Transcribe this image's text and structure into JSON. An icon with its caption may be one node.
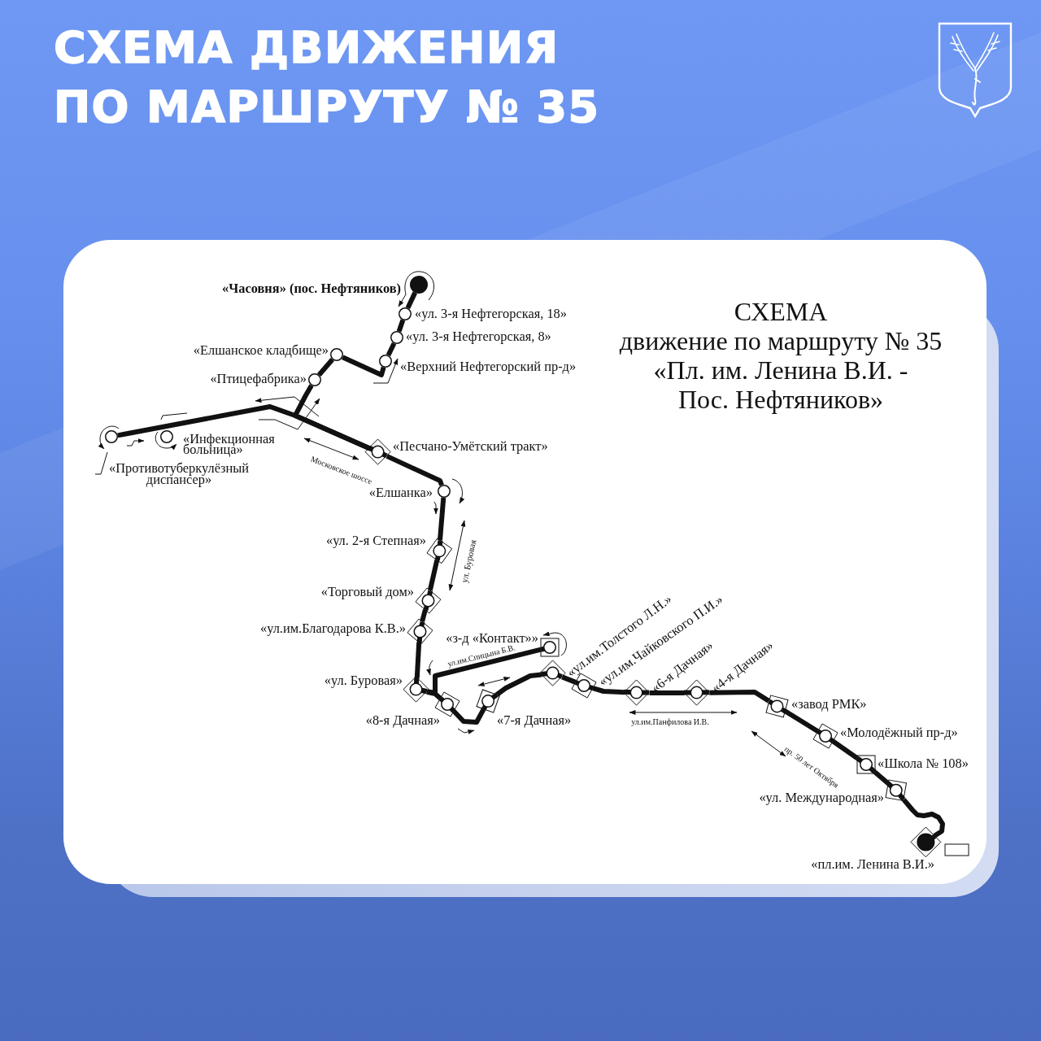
{
  "diagram": {
    "title": "СХЕМА ДВИЖЕНИЯ ПО МАРШРУТУ № 35",
    "nodes": [
      {
        "text": [],
        "shape": "circle",
        "beside": [
          "«Часовня» (пос. Нефтяников)"
        ]
      },
      {
        "text": [],
        "shape": "circle",
        "beside": [
          "«ул. 3-я Нефтегорская, 18»"
        ]
      },
      {
        "text": [],
        "shape": "circle",
        "beside": [
          "«ул. 3-я Нефтегорская, 8»"
        ]
      },
      {
        "text": [],
        "shape": "circle",
        "beside": [
          "«Верхний Нефтегорский пр-д»"
        ]
      },
      {
        "text": [],
        "shape": "circle",
        "beside": [
          "«Елшанское кладбище»"
        ]
      },
      {
        "text": [],
        "shape": "circle",
        "beside": [
          "«Птицефабрика»"
        ]
      },
      {
        "text": [],
        "shape": "circle",
        "beside": [
          "«Противотуберкулёзный диспансер»"
        ]
      },
      {
        "text": [],
        "shape": "circle",
        "beside": [
          "«Инфекционная больница»"
        ]
      },
      {
        "text": [],
        "shape": "diamond",
        "beside": [
          "«Песчано-Умётский тракт»"
        ]
      },
      {
        "text": [],
        "shape": "circle",
        "beside": [
          "«Елшанка»"
        ]
      },
      {
        "text": [],
        "shape": "diamond",
        "beside": [
          "«ул. 2-я Степная»"
        ]
      },
      {
        "text": [],
        "shape": "diamond",
        "beside": [
          "«Торговый дом»"
        ]
      },
      {
        "text": [],
        "shape": "diamond",
        "beside": [
          "«ул.им.Благодарова К.В.»"
        ]
      },
      {
        "text": [],
        "shape": "diamond",
        "beside": [
          "«ул. Буровая»"
        ]
      },
      {
        "text": [],
        "shape": "box",
        "beside": [
          "«з-д «Контакт»»"
        ]
      },
      {
        "text": [],
        "shape": "diamond",
        "beside": [
          "«8-я Дачная»"
        ]
      },
      {
        "text": [],
        "shape": "box",
        "beside": [
          "«7-я Дачная»"
        ]
      },
      {
        "text": [],
        "shape": "diamond",
        "beside": [
          "«ул.им.Толстого Л.Н.»"
        ]
      },
      {
        "text": [],
        "shape": "diamond",
        "beside": [
          "«ул.им.Чайковского П.И.»"
        ]
      },
      {
        "text": [],
        "shape": "diamond",
        "beside": [
          "«6-я Дачная»"
        ]
      },
      {
        "text": [],
        "shape": "diamond",
        "beside": [
          "«4-я Дачная»"
        ]
      },
      {
        "text": [],
        "shape": "box",
        "beside": [
          "«завод РМК»"
        ]
      },
      {
        "text": [],
        "shape": "diamond",
        "beside": [
          "«Молодёжный пр-д»"
        ]
      },
      {
        "text": [],
        "shape": "box",
        "beside": [
          "«Школа № 108»"
        ]
      },
      {
        "text": [],
        "shape": "box",
        "beside": [
          "«ул. Международная»"
        ]
      },
      {
        "text": [],
        "shape": "diamond",
        "beside": [
          "«пл.им. Ленина В.И.»"
        ]
      }
    ],
    "edges": [
      {
        "from": 0,
        "to": 1,
        "arrow": "none"
      },
      {
        "from": 1,
        "to": 2,
        "arrow": "none"
      },
      {
        "from": 2,
        "to": 3,
        "arrow": "none"
      },
      {
        "from": 3,
        "to": 4,
        "arrow": "none"
      },
      {
        "from": 4,
        "to": 5,
        "arrow": "none"
      },
      {
        "from": 5,
        "to": 8,
        "arrow": "none"
      },
      {
        "from": 6,
        "to": 8,
        "arrow": "none"
      },
      {
        "from": 8,
        "to": 9,
        "arrow": "none"
      },
      {
        "from": 9,
        "to": 10,
        "arrow": "none"
      },
      {
        "from": 10,
        "to": 11,
        "arrow": "none"
      },
      {
        "from": 11,
        "to": 12,
        "arrow": "none"
      },
      {
        "from": 12,
        "to": 13,
        "arrow": "none"
      },
      {
        "from": 13,
        "to": 14,
        "arrow": "none"
      },
      {
        "from": 13,
        "to": 15,
        "arrow": "none"
      },
      {
        "from": 15,
        "to": 16,
        "arrow": "none"
      },
      {
        "from": 16,
        "to": 17,
        "arrow": "none"
      },
      {
        "from": 17,
        "to": 18,
        "arrow": "none"
      },
      {
        "from": 18,
        "to": 19,
        "arrow": "none"
      },
      {
        "from": 19,
        "to": 20,
        "arrow": "none"
      },
      {
        "from": 20,
        "to": 21,
        "arrow": "none"
      },
      {
        "from": 21,
        "to": 22,
        "arrow": "none"
      },
      {
        "from": 22,
        "to": 23,
        "arrow": "none"
      },
      {
        "from": 23,
        "to": 24,
        "arrow": "none"
      },
      {
        "from": 24,
        "to": 25,
        "arrow": "none"
      }
    ],
    "labels": [
      "СХЕМА",
      "движение по маршруту № 35 «Пл. им. Ленина В.И. - Пос. Нефтяников»",
      "Московское шоссе",
      "ул. Буровая",
      "ул.им.Спицына Б.В.",
      "ул.им.Панфилова И.В.",
      "пр. 50 лет Октября"
    ]
  }
}
